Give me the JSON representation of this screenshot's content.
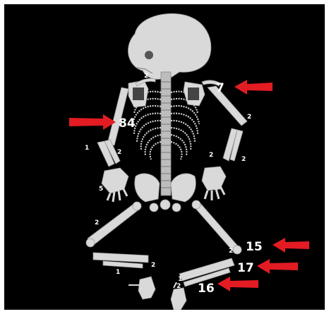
{
  "colors": {
    "background": "#000000",
    "frame": "#ffffff",
    "bone": "#d9d9d9",
    "arrow": "#e31b23"
  },
  "labels": {
    "clavicle_count": "7",
    "ribs_count": "84",
    "humerus_count": "15",
    "tibia_count": "17",
    "fibula_count": "16"
  },
  "small_labels": {
    "neck": "2",
    "left_arm": "2",
    "left_forearm_a": "1",
    "left_forearm_b": "2",
    "right_forearm": "2",
    "right_wrist": "2",
    "left_hand": "5",
    "left_femur": "2",
    "left_tibia": "1",
    "left_foot": "2",
    "right_tibia": "2",
    "right_knee": "1",
    "right_foot": "2"
  }
}
